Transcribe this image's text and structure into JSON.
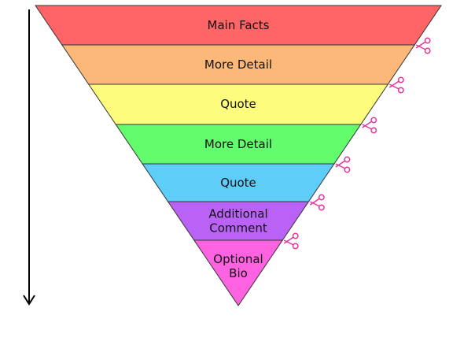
{
  "layers": [
    {
      "label_lines": [
        "Main Facts"
      ],
      "color": "#ff6467"
    },
    {
      "label_lines": [
        "More Detail"
      ],
      "color": "#fcb878"
    },
    {
      "label_lines": [
        "Quote"
      ],
      "color": "#fefc7c"
    },
    {
      "label_lines": [
        "More Detail"
      ],
      "color": "#63fc6d"
    },
    {
      "label_lines": [
        "Quote"
      ],
      "color": "#5ecdf7"
    },
    {
      "label_lines": [
        "Additional",
        "Comment"
      ],
      "color": "#bb62f6"
    },
    {
      "label_lines": [
        "Optional",
        "Bio"
      ],
      "color": "#fd63e0"
    }
  ],
  "cut_icon": {
    "name": "scissors-icon",
    "color": "#e6339a"
  },
  "arrow": {
    "name": "down-arrow"
  }
}
